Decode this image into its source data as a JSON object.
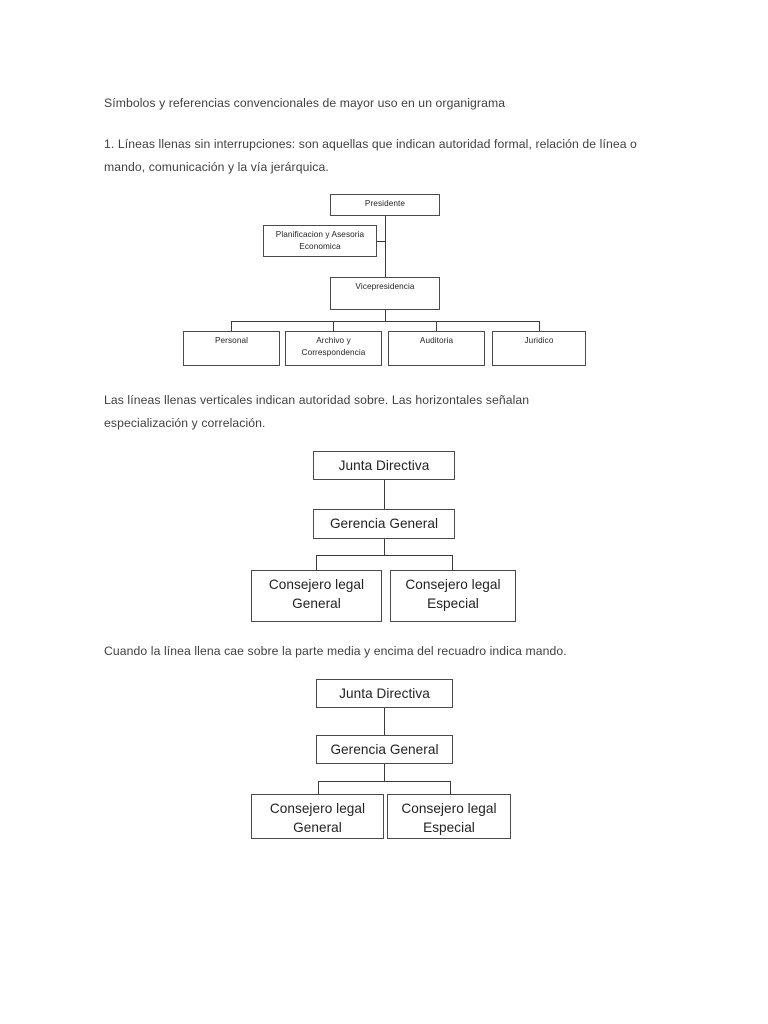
{
  "document": {
    "paragraphs": {
      "intro": "Símbolos y referencias convencionales de mayor uso en un organigrama",
      "one": "1. Líneas llenas sin interrupciones: son aquellas que indican autoridad formal, relación de línea o mando, comunicación y la vía jerárquica.",
      "two": "Las líneas llenas verticales indican autoridad sobre. Las horizontales señalan especialización y correlación.",
      "three": "Cuando la línea llena cae sobre la parte media y encima del recuadro indica mando."
    },
    "colors": {
      "body_text": "#3f3f3f",
      "box_border": "#4a4a4a",
      "box_text": "#222222",
      "connector": "#3a3a3a",
      "background": "#ffffff"
    }
  },
  "charts": [
    {
      "id": "chart1",
      "type": "org-chart",
      "nodes": [
        {
          "key": "presidente",
          "label": "Presidente"
        },
        {
          "key": "planificacion",
          "label": "Planificacion y Asesoria Economica"
        },
        {
          "key": "vicepresidencia",
          "label": "Vicepresidencia"
        },
        {
          "key": "personal",
          "label": "Personal"
        },
        {
          "key": "archivo",
          "label": "Archivo y Correspondencia"
        },
        {
          "key": "auditoria",
          "label": "Auditoria"
        },
        {
          "key": "juridico",
          "label": "Juridico"
        }
      ]
    },
    {
      "id": "chart2",
      "type": "org-chart",
      "nodes": [
        {
          "key": "junta",
          "label": "Junta Directiva"
        },
        {
          "key": "gerencia",
          "label": "Gerencia General"
        },
        {
          "key": "cons-gen",
          "label": "Consejero legal General"
        },
        {
          "key": "cons-esp",
          "label": "Consejero legal Especial"
        }
      ]
    },
    {
      "id": "chart3",
      "type": "org-chart",
      "nodes": [
        {
          "key": "junta",
          "label": "Junta Directiva"
        },
        {
          "key": "gerencia",
          "label": "Gerencia General"
        },
        {
          "key": "cons-gen",
          "label": "Consejero legal General"
        },
        {
          "key": "cons-esp",
          "label": "Consejero legal Especial"
        }
      ]
    }
  ]
}
